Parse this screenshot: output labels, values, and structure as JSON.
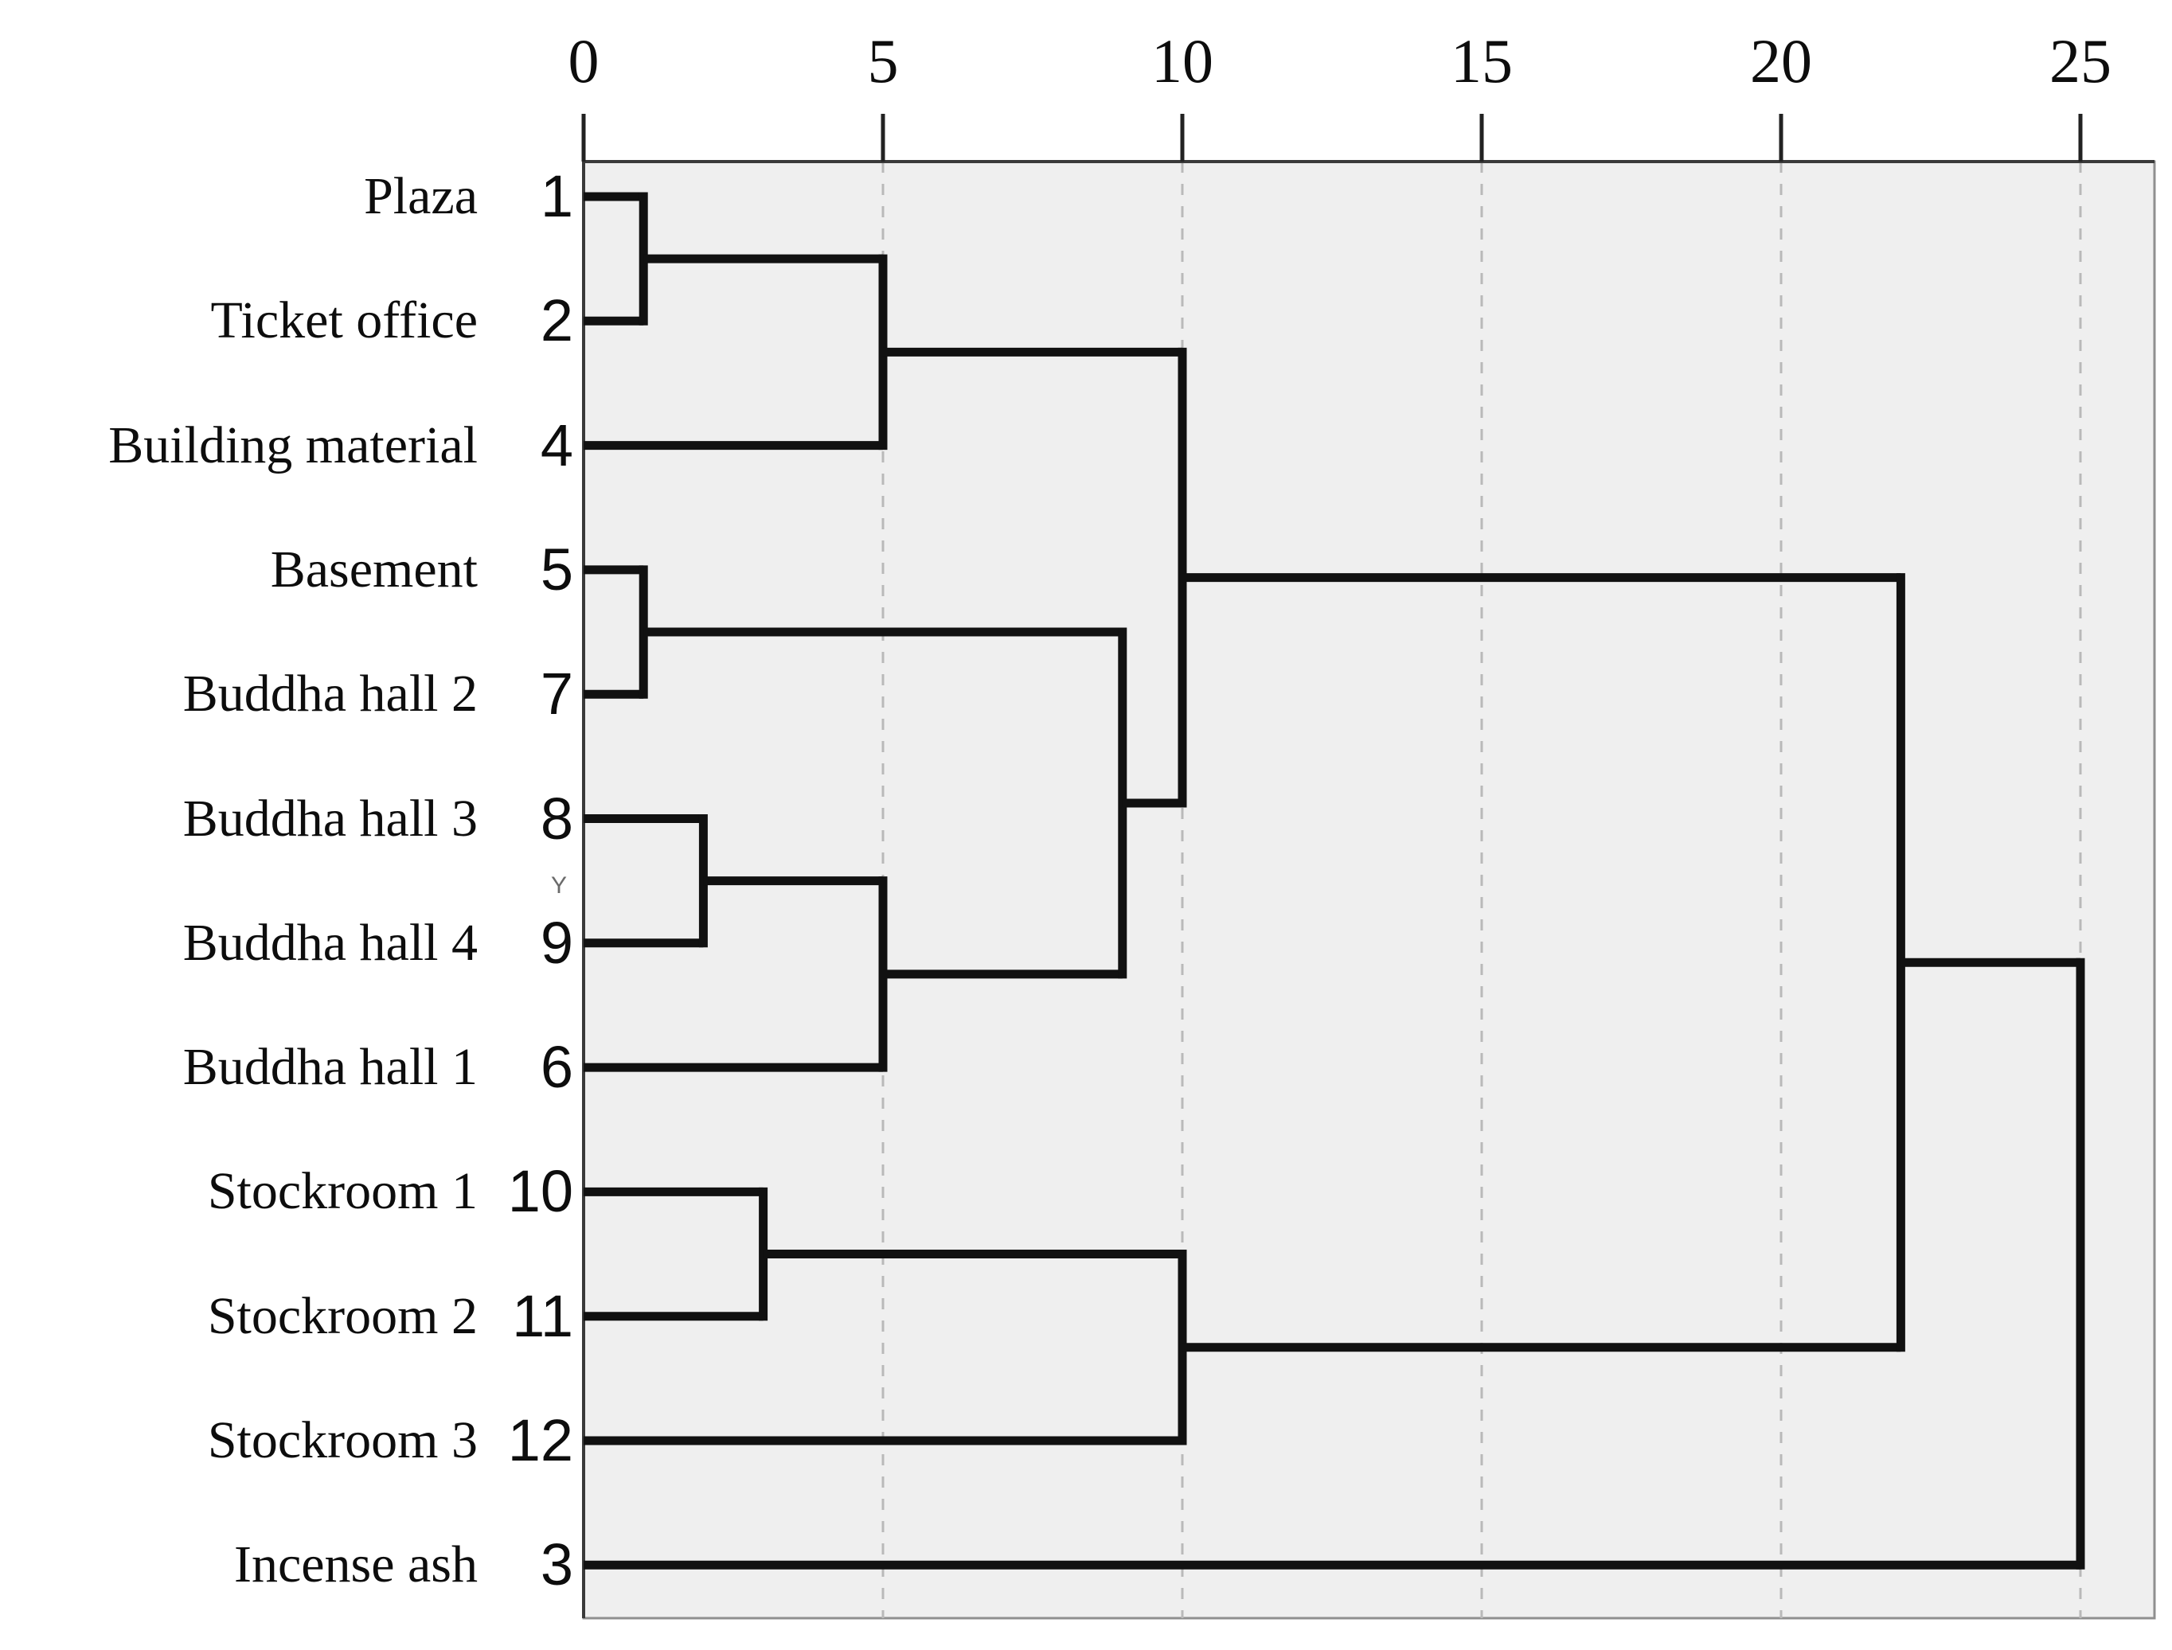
{
  "chart_data": {
    "type": "dendrogram",
    "title": "",
    "xlabel": "",
    "ylabel": "",
    "xlim": [
      0,
      26.6
    ],
    "xticks": [
      0,
      5,
      10,
      15,
      20,
      25
    ],
    "xtick_labels": [
      "0",
      "5",
      "10",
      "15",
      "20",
      "25"
    ],
    "grid": "vertical dashed gridlines at 5, 10, 15, 20, 25",
    "legend": "none",
    "orientation": "horizontal-left-to-right",
    "plot_background": "#efefef",
    "line_color": "#111111",
    "gridline_color": "#b9b9b9",
    "leaves": [
      {
        "id": "1",
        "label": "Plaza"
      },
      {
        "id": "2",
        "label": "Ticket office"
      },
      {
        "id": "4",
        "label": "Building material"
      },
      {
        "id": "5",
        "label": "Basement"
      },
      {
        "id": "7",
        "label": "Buddha hall 2"
      },
      {
        "id": "8",
        "label": "Buddha hall 3"
      },
      {
        "id": "9",
        "label": "Buddha hall 4"
      },
      {
        "id": "6",
        "label": "Buddha hall 1"
      },
      {
        "id": "10",
        "label": "Stockroom 1"
      },
      {
        "id": "11",
        "label": "Stockroom 2"
      },
      {
        "id": "12",
        "label": "Stockroom 3"
      },
      {
        "id": "3",
        "label": "Incense ash"
      }
    ],
    "merges": [
      {
        "name": "m-1-2",
        "members": [
          "1",
          "2"
        ],
        "distance": 1
      },
      {
        "name": "m-5-7",
        "members": [
          "5",
          "7"
        ],
        "distance": 1
      },
      {
        "name": "m-8-9",
        "members": [
          "8",
          "9"
        ],
        "distance": 2
      },
      {
        "name": "m-10-11",
        "members": [
          "10",
          "11"
        ],
        "distance": 3
      },
      {
        "name": "m-12-4",
        "members": [
          "1",
          "2",
          "4"
        ],
        "distance": 5
      },
      {
        "name": "m-89-6",
        "members": [
          "8",
          "9",
          "6"
        ],
        "distance": 5
      },
      {
        "name": "m-57-896",
        "members": [
          "5",
          "7",
          "8",
          "9",
          "6"
        ],
        "distance": 9
      },
      {
        "name": "m-124-57896",
        "members": [
          "1",
          "2",
          "4",
          "5",
          "7",
          "8",
          "9",
          "6"
        ],
        "distance": 10
      },
      {
        "name": "m-1011-12",
        "members": [
          "10",
          "11",
          "12"
        ],
        "distance": 10
      },
      {
        "name": "m-big-stock",
        "members": [
          "1",
          "2",
          "4",
          "5",
          "7",
          "8",
          "9",
          "6",
          "10",
          "11",
          "12"
        ],
        "distance": 22
      },
      {
        "name": "m-root",
        "members": [
          "1",
          "2",
          "4",
          "5",
          "7",
          "8",
          "9",
          "6",
          "10",
          "11",
          "12",
          "3"
        ],
        "distance": 25
      }
    ],
    "stray_mark": "Y"
  },
  "axis": {
    "tick_labels": [
      "0",
      "5",
      "10",
      "15",
      "20",
      "25"
    ]
  },
  "labels": {
    "names": [
      "Plaza",
      "Ticket office",
      "Building material",
      "Basement",
      "Buddha hall 2",
      "Buddha hall 3",
      "Buddha hall 4",
      "Buddha hall 1",
      "Stockroom 1",
      "Stockroom 2",
      "Stockroom 3",
      "Incense ash"
    ],
    "ids": [
      "1",
      "2",
      "4",
      "5",
      "7",
      "8",
      "9",
      "6",
      "10",
      "11",
      "12",
      "3"
    ],
    "stray_glyph": "Y"
  }
}
